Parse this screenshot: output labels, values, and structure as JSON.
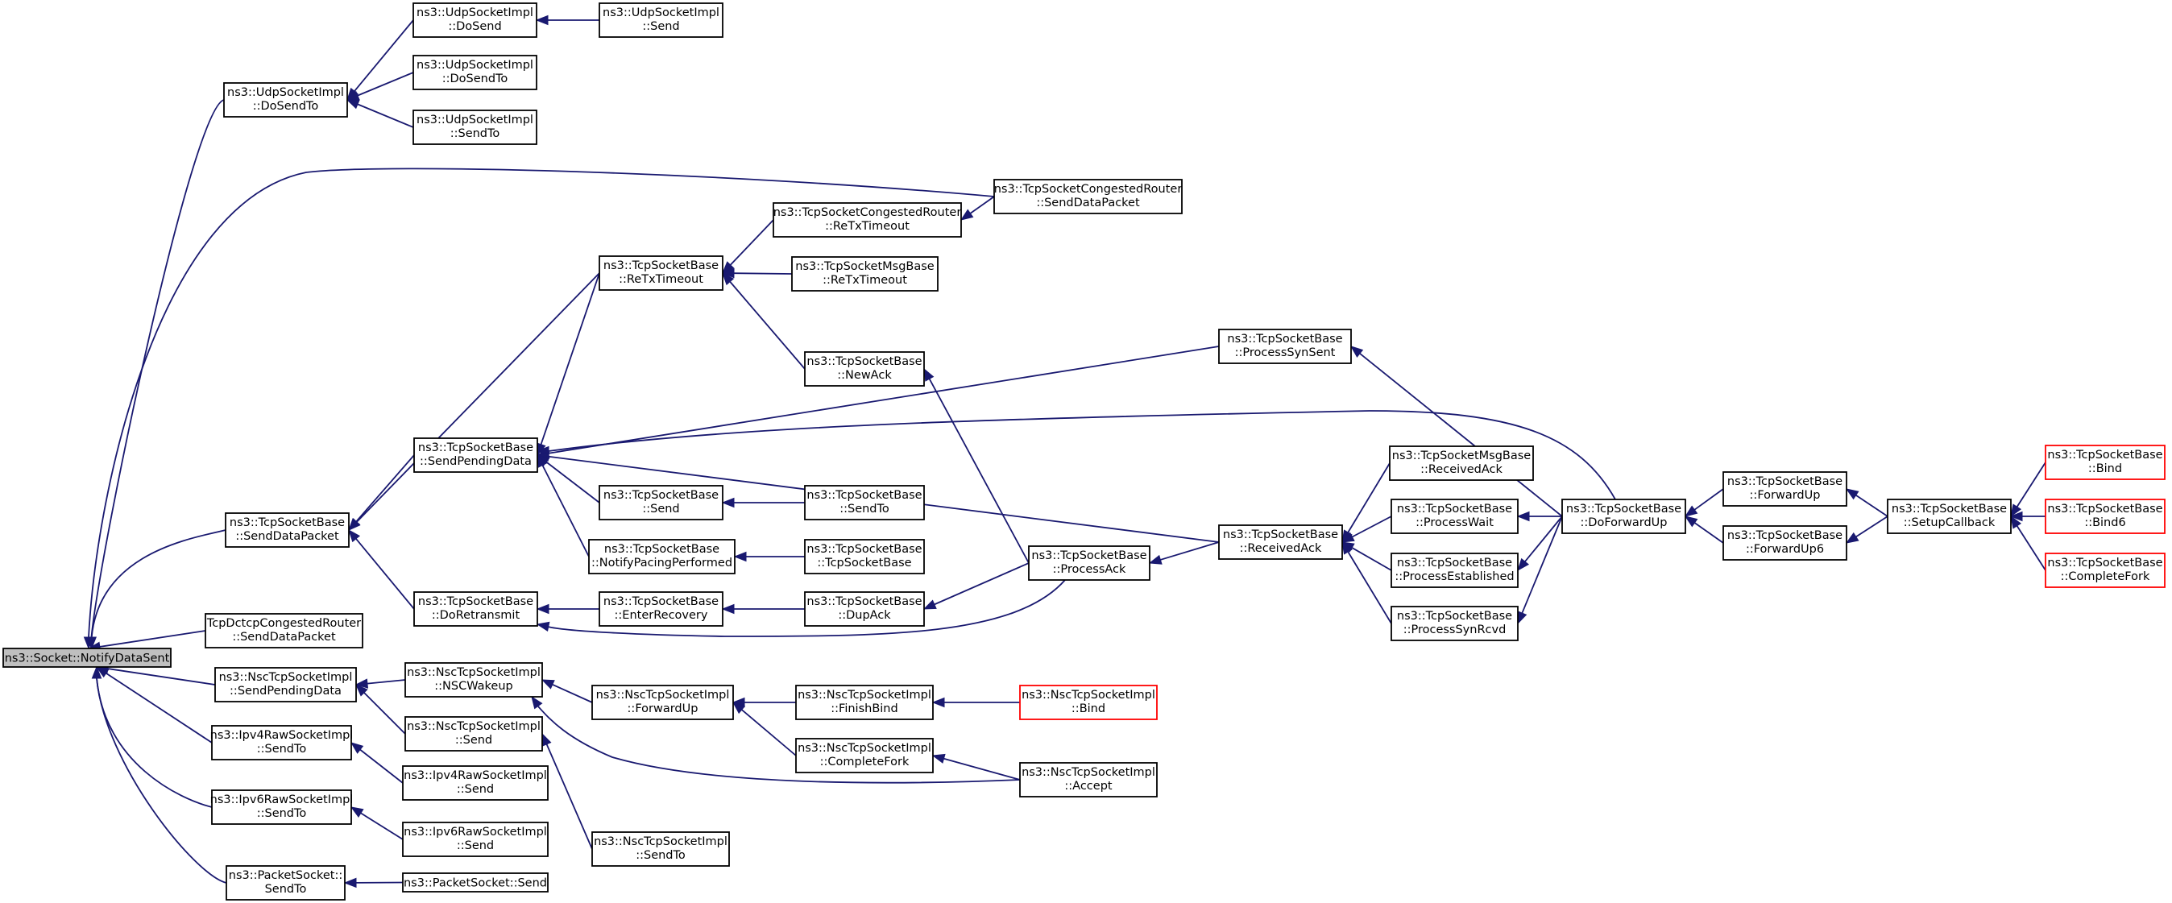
{
  "nodes": {
    "root": {
      "lines": [
        "ns3::Socket::NotifyDataSent"
      ]
    },
    "udpDS2": {
      "lines": [
        "ns3::UdpSocketImpl",
        "::DoSendTo"
      ]
    },
    "udpDS": {
      "lines": [
        "ns3::UdpSocketImpl",
        "::DoSend"
      ]
    },
    "udpS": {
      "lines": [
        "ns3::UdpSocketImpl",
        "::Send"
      ]
    },
    "udpDST": {
      "lines": [
        "ns3::UdpSocketImpl",
        "::DoSendTo"
      ]
    },
    "udpST": {
      "lines": [
        "ns3::UdpSocketImpl",
        "::SendTo"
      ]
    },
    "cgSDP": {
      "lines": [
        "ns3::TcpSocketCongestedRouter",
        "::SendDataPacket"
      ]
    },
    "cgRTX": {
      "lines": [
        "ns3::TcpSocketCongestedRouter",
        "::ReTxTimeout"
      ]
    },
    "tbRTX": {
      "lines": [
        "ns3::TcpSocketBase",
        "::ReTxTimeout"
      ]
    },
    "msgRTX": {
      "lines": [
        "ns3::TcpSocketMsgBase",
        "::ReTxTimeout"
      ]
    },
    "tbSSS": {
      "lines": [
        "ns3::TcpSocketBase",
        "::ProcessSynSent"
      ]
    },
    "tbNA": {
      "lines": [
        "ns3::TcpSocketBase",
        "::NewAck"
      ]
    },
    "tbSPD": {
      "lines": [
        "ns3::TcpSocketBase",
        "::SendPendingData"
      ]
    },
    "msgRA": {
      "lines": [
        "ns3::TcpSocketMsgBase",
        "::ReceivedAck"
      ]
    },
    "tbSend": {
      "lines": [
        "ns3::TcpSocketBase",
        "::Send"
      ]
    },
    "tbSendTo": {
      "lines": [
        "ns3::TcpSocketBase",
        "::SendTo"
      ]
    },
    "tbPW": {
      "lines": [
        "ns3::TcpSocketBase",
        "::ProcessWait"
      ]
    },
    "tbDFU": {
      "lines": [
        "ns3::TcpSocketBase",
        "::DoForwardUp"
      ]
    },
    "tbFU": {
      "lines": [
        "ns3::TcpSocketBase",
        "::ForwardUp"
      ]
    },
    "tbSC": {
      "lines": [
        "ns3::TcpSocketBase",
        "::SetupCallback"
      ]
    },
    "tbBind": {
      "lines": [
        "ns3::TcpSocketBase",
        "::Bind"
      ]
    },
    "tbSDP": {
      "lines": [
        "ns3::TcpSocketBase",
        "::SendDataPacket"
      ]
    },
    "tbRA": {
      "lines": [
        "ns3::TcpSocketBase",
        "::ReceivedAck"
      ]
    },
    "tbNPP": {
      "lines": [
        "ns3::TcpSocketBase",
        "::NotifyPacingPerformed"
      ]
    },
    "tbTSB": {
      "lines": [
        "ns3::TcpSocketBase",
        "::TcpSocketBase"
      ]
    },
    "tbPA": {
      "lines": [
        "ns3::TcpSocketBase",
        "::ProcessAck"
      ]
    },
    "tbFU6": {
      "lines": [
        "ns3::TcpSocketBase",
        "::ForwardUp6"
      ]
    },
    "tbBind6": {
      "lines": [
        "ns3::TcpSocketBase",
        "::Bind6"
      ]
    },
    "tbPE": {
      "lines": [
        "ns3::TcpSocketBase",
        "::ProcessEstablished"
      ]
    },
    "tbCF": {
      "lines": [
        "ns3::TcpSocketBase",
        "::CompleteFork"
      ]
    },
    "tbDR": {
      "lines": [
        "ns3::TcpSocketBase",
        "::DoRetransmit"
      ]
    },
    "tbER": {
      "lines": [
        "ns3::TcpSocketBase",
        "::EnterRecovery"
      ]
    },
    "tbDA": {
      "lines": [
        "ns3::TcpSocketBase",
        "::DupAck"
      ]
    },
    "tbPSR": {
      "lines": [
        "ns3::TcpSocketBase",
        "::ProcessSynRcvd"
      ]
    },
    "dcSDP": {
      "lines": [
        "TcpDctcpCongestedRouter",
        "::SendDataPacket"
      ]
    },
    "nscSPD": {
      "lines": [
        "ns3::NscTcpSocketImpl",
        "::SendPendingData"
      ]
    },
    "nscW": {
      "lines": [
        "ns3::NscTcpSocketImpl",
        "::NSCWakeup"
      ]
    },
    "nscFU": {
      "lines": [
        "ns3::NscTcpSocketImpl",
        "::ForwardUp"
      ]
    },
    "nscFB": {
      "lines": [
        "ns3::NscTcpSocketImpl",
        "::FinishBind"
      ]
    },
    "nscBind": {
      "lines": [
        "ns3::NscTcpSocketImpl",
        "::Bind"
      ]
    },
    "nscSend": {
      "lines": [
        "ns3::NscTcpSocketImpl",
        "::Send"
      ]
    },
    "nscCF": {
      "lines": [
        "ns3::NscTcpSocketImpl",
        "::CompleteFork"
      ]
    },
    "nscAcc": {
      "lines": [
        "ns3::NscTcpSocketImpl",
        "::Accept"
      ]
    },
    "nscST": {
      "lines": [
        "ns3::NscTcpSocketImpl",
        "::SendTo"
      ]
    },
    "ip4ST": {
      "lines": [
        "ns3::Ipv4RawSocketImpl",
        "::SendTo"
      ]
    },
    "ip4S": {
      "lines": [
        "ns3::Ipv4RawSocketImpl",
        "::Send"
      ]
    },
    "ip6ST": {
      "lines": [
        "ns3::Ipv6RawSocketImpl",
        "::SendTo"
      ]
    },
    "ip6S": {
      "lines": [
        "ns3::Ipv6RawSocketImpl",
        "::Send"
      ]
    },
    "pkST": {
      "lines": [
        "ns3::PacketSocket::",
        "SendTo"
      ]
    },
    "pkS": {
      "lines": [
        "ns3::PacketSocket::Send"
      ]
    }
  },
  "colors": {
    "edge": "#191970",
    "root_fill": "#bfbfbf",
    "link_border": "#ff0000"
  }
}
